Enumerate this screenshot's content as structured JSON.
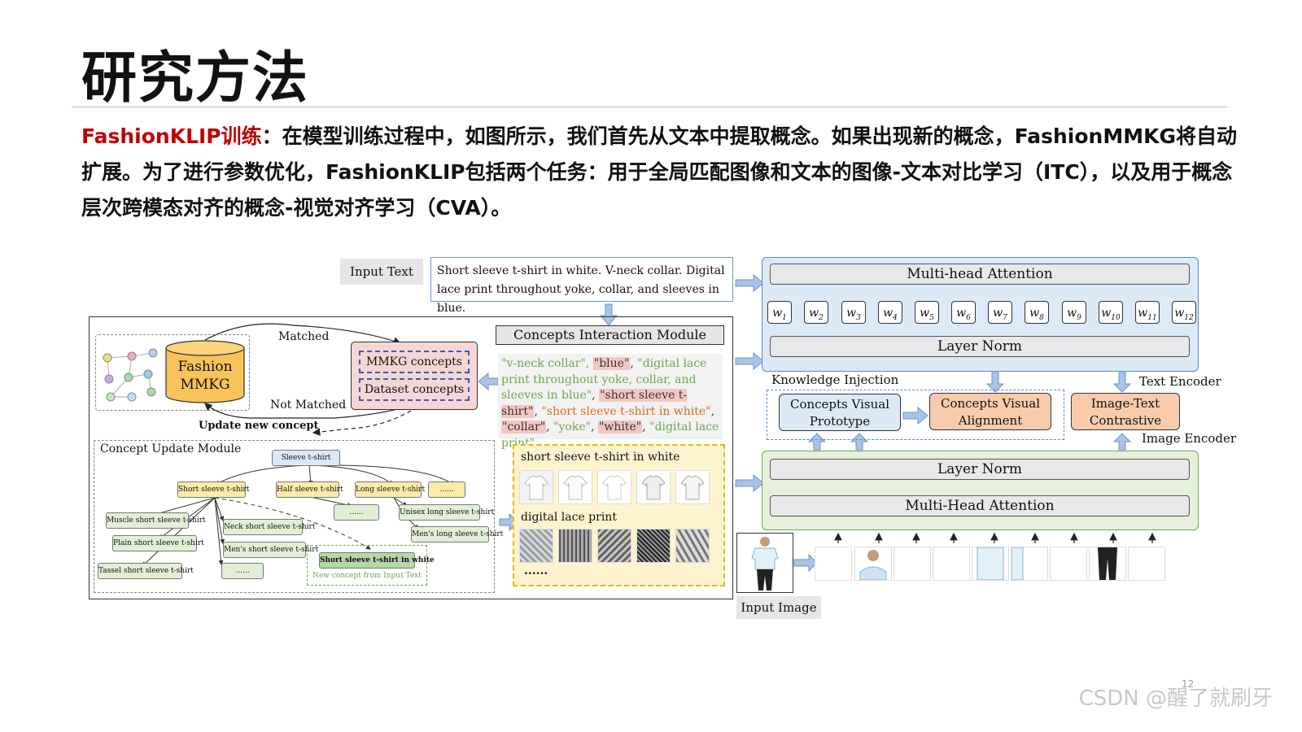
{
  "title": "研究方法",
  "paragraph": {
    "highlight": "FashionKLIP训练",
    "rest": "：在模型训练过程中，如图所示，我们首先从文本中提取概念。如果出现新的概念，FashionMMKG将自动扩展。为了进行参数优化，FashionKLIP包括两个任务：用于全局匹配图像和文本的图像-文本对比学习（ITC），以及用于概念层次跨模态对齐的概念-视觉对齐学习（CVA）。"
  },
  "diagram": {
    "input_text_label": "Input Text",
    "input_text": "Short sleeve t-shirt in white. V-neck collar. Digital lace print throughout yoke, collar, and sleeves in blue.",
    "kg": {
      "db_line1": "Fashion",
      "db_line2": "MMKG",
      "matched": "Matched",
      "not_matched": "Not Matched",
      "update_new": "Update new concept",
      "mmkg_concepts": "MMKG concepts",
      "dataset_concepts": "Dataset concepts"
    },
    "cim_title": "Concepts Interaction Module",
    "concepts": {
      "p1": "\"v-neck collar\", ",
      "p2": "\"blue\"",
      "p3": ", ",
      "p4": "\"digital lace print throughout yoke, collar, and sleeves in blue\"",
      "p5": ", ",
      "p6": "\"short sleeve t-shirt\"",
      "p7": ", ",
      "p8": "\"short sleeve t-shirt in white\"",
      "p9": ", ",
      "p10": "\"collar\"",
      "p11": ", ",
      "p12": "\"yoke\"",
      "p13": ", ",
      "p14": "\"white\"",
      "p15": ", ",
      "p16": "\"digital lace print\""
    },
    "cum": {
      "title": "Concept Update Module",
      "root": "Sleeve t-shirt",
      "l1": [
        "Short sleeve t-shirt",
        "Half sleeve t-shirt",
        "Long sleeve t-shirt",
        "......"
      ],
      "left_children": [
        "Muscle short sleeve t-shirt",
        "Plain short sleeve t-shirt",
        "Tassel short sleeve t-shirt"
      ],
      "mid_children": [
        "Neck short sleeve t-shirt",
        "Men's short sleeve t-shirt",
        "......"
      ],
      "ell_mid": "......",
      "long_children": [
        "Unisex long sleeve t-shirt",
        "Men's long sleeve t-shirt"
      ],
      "new_node": "Short sleeve t-shirt in white",
      "new_caption": "New concept from Input Text"
    },
    "visual": {
      "label1": "short sleeve t-shirt in white",
      "label2": "digital lace print",
      "dots": "......"
    },
    "text_encoder": {
      "mha": "Multi-head Attention",
      "weights": [
        "w",
        "w",
        "w",
        "w",
        "w",
        "w",
        "w",
        "w",
        "w",
        "w",
        "w",
        "w"
      ],
      "subs": [
        "1",
        "2",
        "3",
        "4",
        "5",
        "6",
        "7",
        "8",
        "9",
        "10",
        "11",
        "12"
      ],
      "ln": "Layer Norm",
      "label": "Text Encoder"
    },
    "knowledge_injection": "Knowledge Injection",
    "cvp_line1": "Concepts Visual",
    "cvp_line2": "Prototype",
    "cva_line1": "Concepts Visual",
    "cva_line2": "Alignment",
    "itc_line1": "Image-Text",
    "itc_line2": "Contrastive",
    "image_encoder": {
      "ln": "Layer Norm",
      "mha": "Multi-Head Attention",
      "label": "Image Encoder"
    },
    "input_image_label": "Input Image",
    "colors": {
      "blue_fill": "#dce9f7",
      "green_fill": "#e6f0db",
      "orange_fill": "#f8cbad",
      "pink_fill": "#f6d5d5",
      "yellow_fill": "#fdf3cf",
      "red_text": "#c00000"
    }
  },
  "page_number": "12",
  "watermark": "CSDN @醒了就刷牙"
}
